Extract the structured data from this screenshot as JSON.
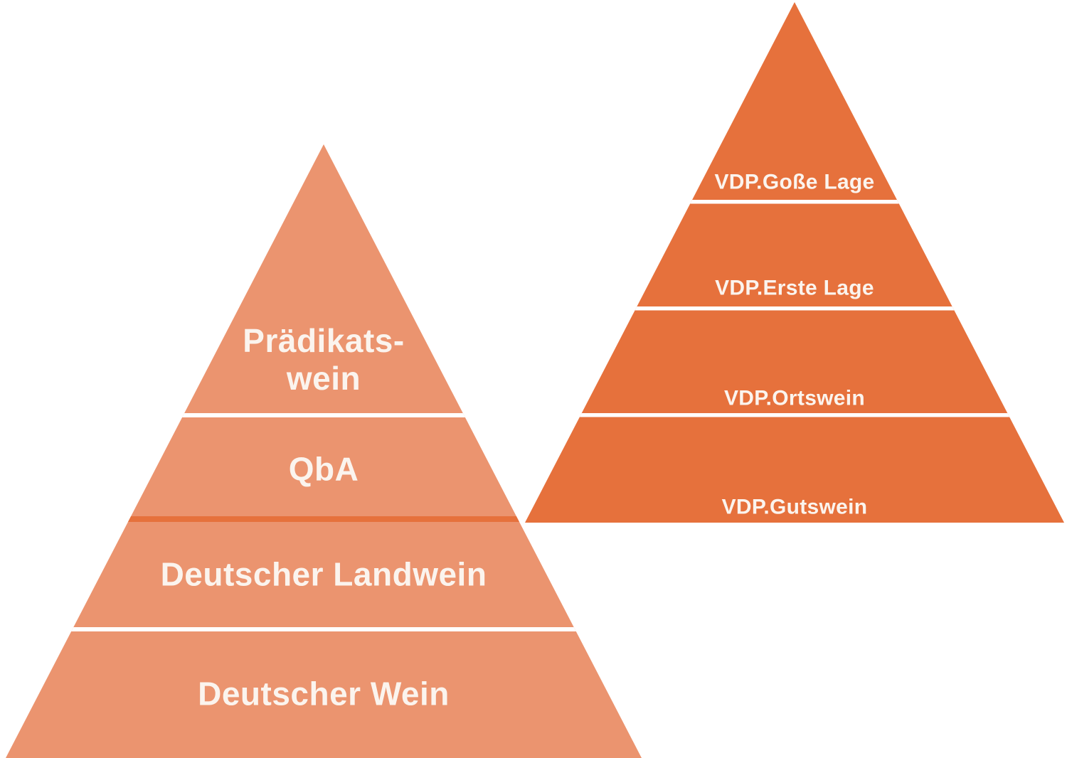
{
  "left_pyramid": {
    "fill": "#EB946F",
    "divider_color": "#FFFFFF",
    "base_divider_color": "#E6713C",
    "text_color": "#FBF4EE",
    "levels": [
      {
        "label": "Prädikats-\nwein"
      },
      {
        "label": "QbA"
      },
      {
        "label": "Deutscher Landwein"
      },
      {
        "label": "Deutscher Wein"
      }
    ]
  },
  "right_pyramid": {
    "fill": "#E6713C",
    "divider_color": "#FFFFFF",
    "text_color": "#FBF4EE",
    "levels": [
      {
        "label": "VDP.Goße Lage"
      },
      {
        "label": "VDP.Erste Lage"
      },
      {
        "label": "VDP.Ortswein"
      },
      {
        "label": "VDP.Gutswein"
      }
    ]
  }
}
